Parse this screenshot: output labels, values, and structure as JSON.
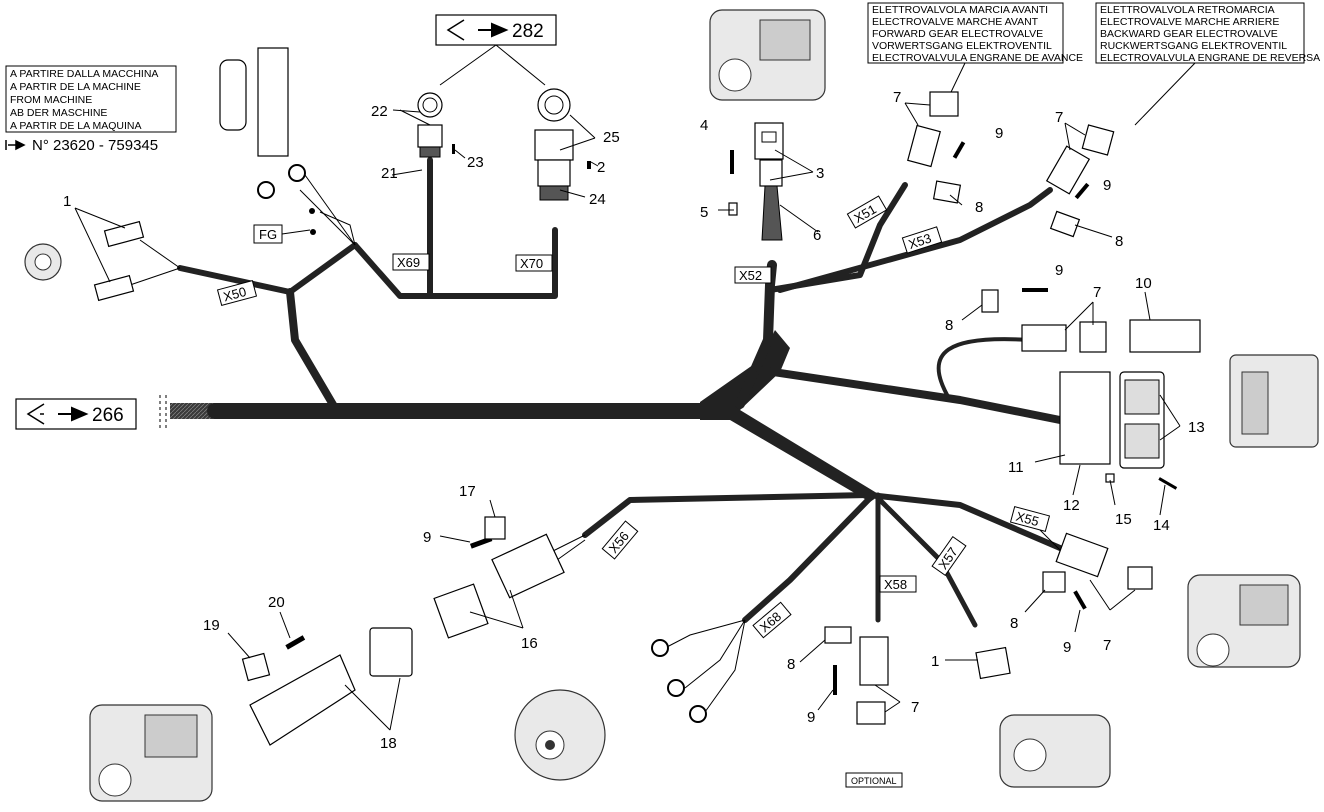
{
  "reference_boxes": {
    "main": "266",
    "connector": "282"
  },
  "machine_note": {
    "lines": [
      "A PARTIRE DALLA MACCHINA",
      "A PARTIR DE LA MACHINE",
      "FROM MACHINE",
      "AB DER MASCHINE",
      "A PARTIR DE LA MAQUINA"
    ],
    "serial": "N° 23620 - 759345"
  },
  "forward_valve_note": [
    "ELETTROVALVOLA MARCIA AVANTI",
    "ELECTROVALVE MARCHE AVANT",
    "FORWARD GEAR ELECTROVALVE",
    "VORWERTSGANG ELEKTROVENTIL",
    "ELECTROVALVULA ENGRANE DE AVANCE"
  ],
  "reverse_valve_note": [
    "ELETTROVALVOLA RETROMARCIA",
    "ELECTROVALVE MARCHE ARRIERE",
    "BACKWARD GEAR ELECTROVALVE",
    "RUCKWERTSGANG ELEKTROVENTIL",
    "ELECTROVALVULA ENGRANE DE REVERSA"
  ],
  "connector_tags": [
    "X50",
    "X69",
    "X70",
    "X52",
    "X51",
    "X53",
    "X55",
    "X56",
    "X57",
    "X58",
    "X68"
  ],
  "fg_tag": "FG",
  "part_numbers": [
    "1",
    "2",
    "3",
    "4",
    "5",
    "6",
    "7",
    "8",
    "9",
    "10",
    "11",
    "12",
    "13",
    "14",
    "15",
    "16",
    "17",
    "18",
    "19",
    "20",
    "21",
    "22",
    "23",
    "24",
    "25"
  ],
  "optional_label": "OPTIONAL",
  "icons": [
    "arrow-ref-icon",
    "serial-arrow-icon",
    "hydraulic-pump-icon",
    "alternator-icon",
    "ecu-module-icon",
    "gearbox-icon"
  ]
}
